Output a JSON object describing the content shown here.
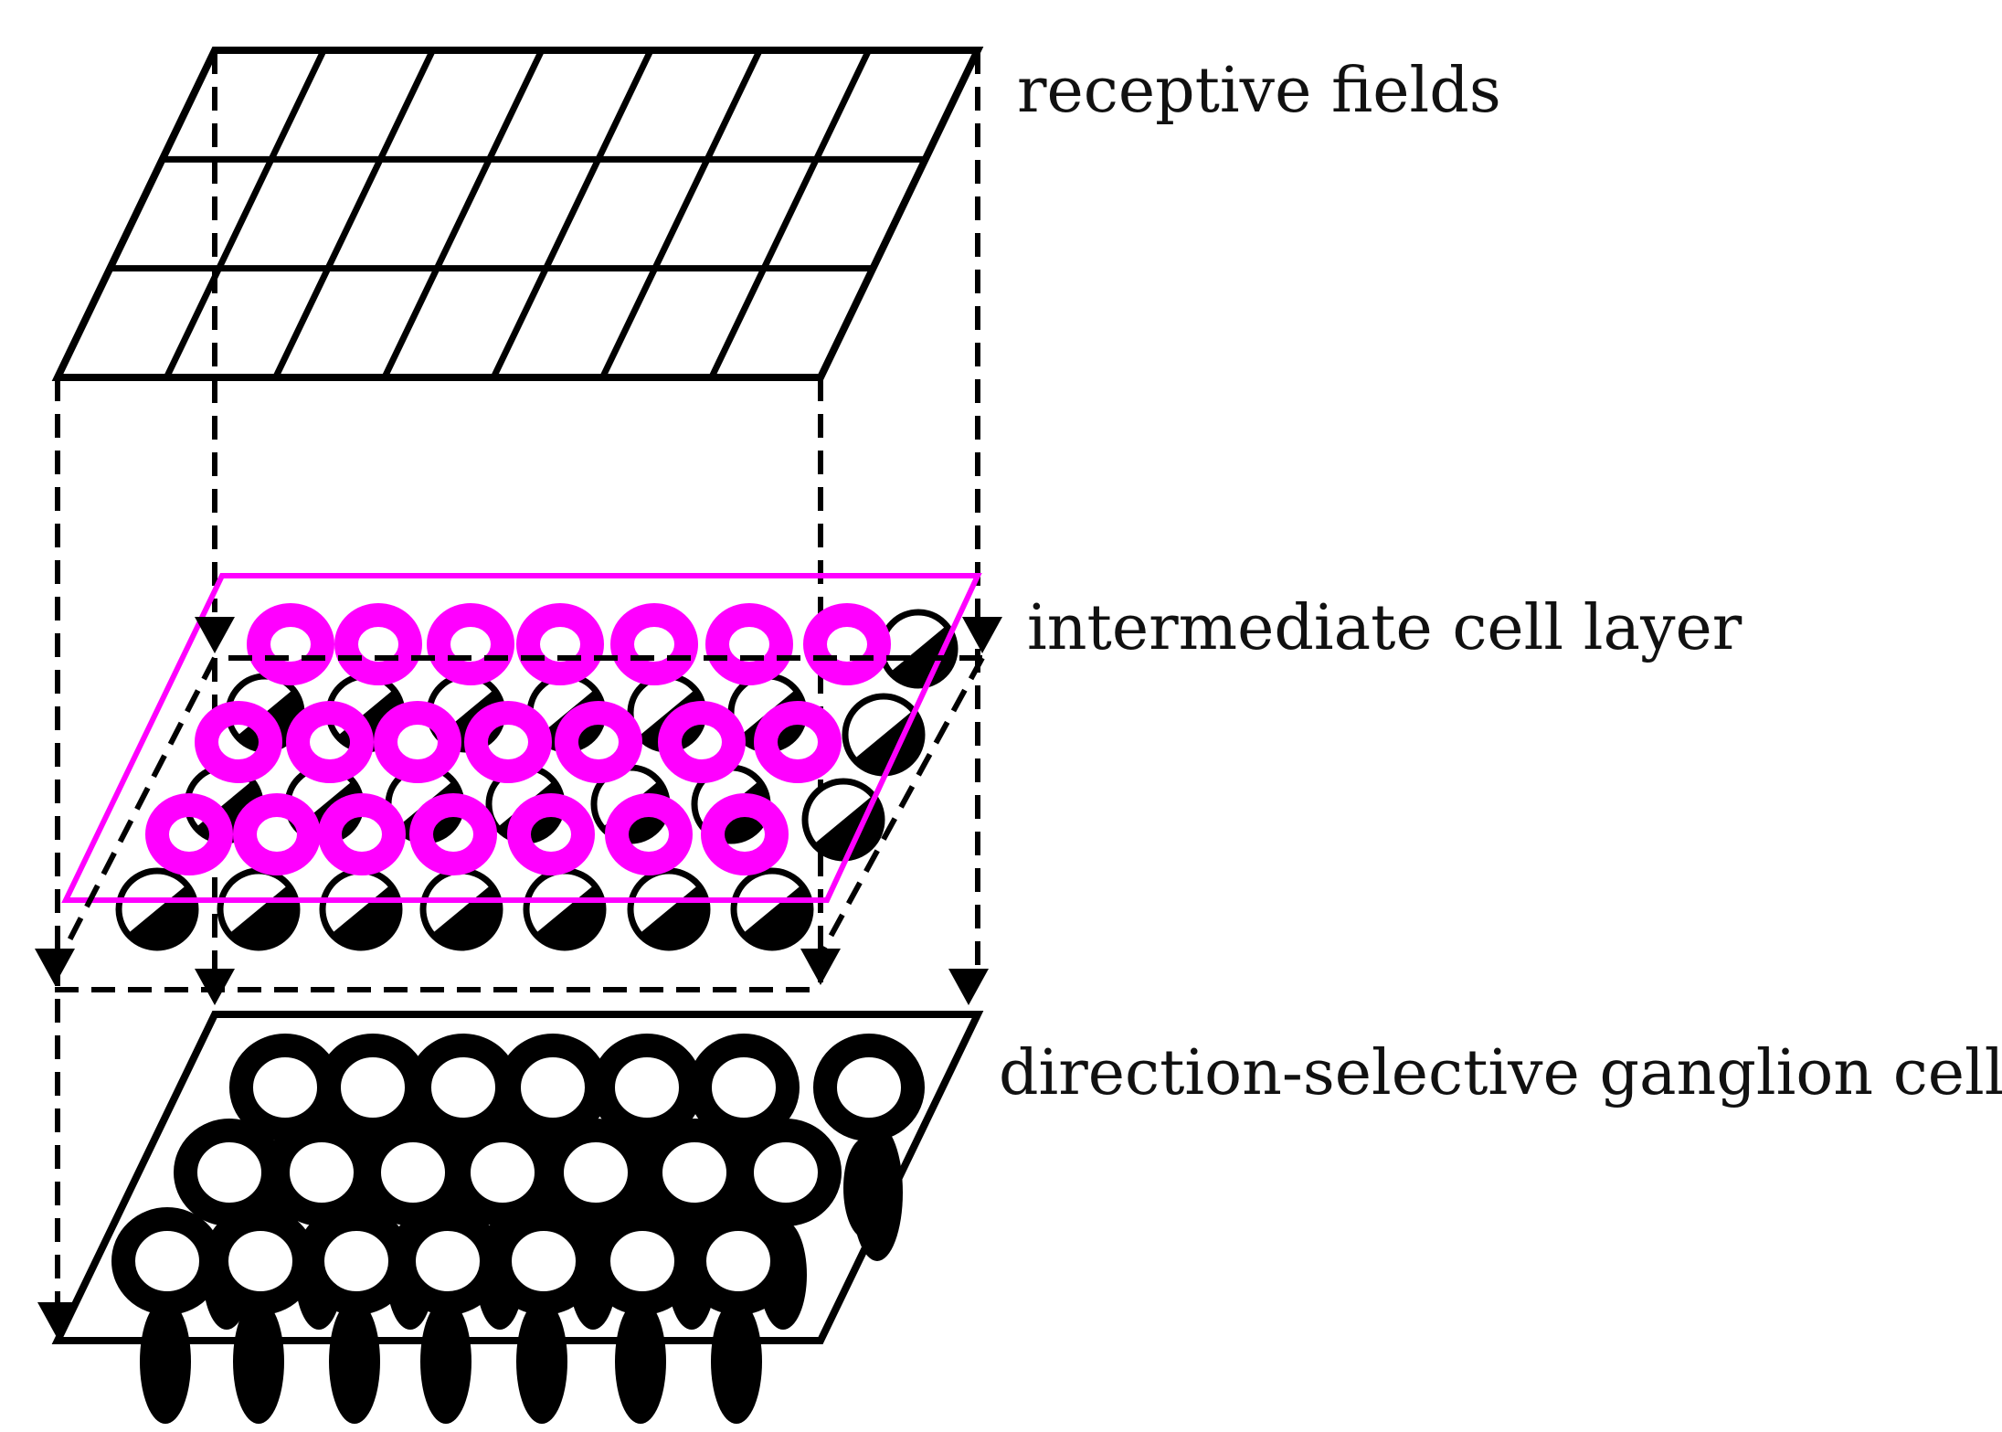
{
  "labels": {
    "receptive_fields": "receptive fields",
    "intermediate_layer": "intermediate cell layer",
    "ganglion_cells": "direction-selective ganglion cells"
  },
  "colors": {
    "ink": "#000000",
    "magenta": "#ff00ff",
    "background": "#ffffff"
  },
  "structure": {
    "receptive_grid": {
      "rows": 3,
      "cols": 7
    },
    "intermediate_rows": [
      7,
      7,
      7
    ],
    "half_filled_cells_visible": 10,
    "ganglion_rows": [
      7,
      7,
      7
    ]
  }
}
